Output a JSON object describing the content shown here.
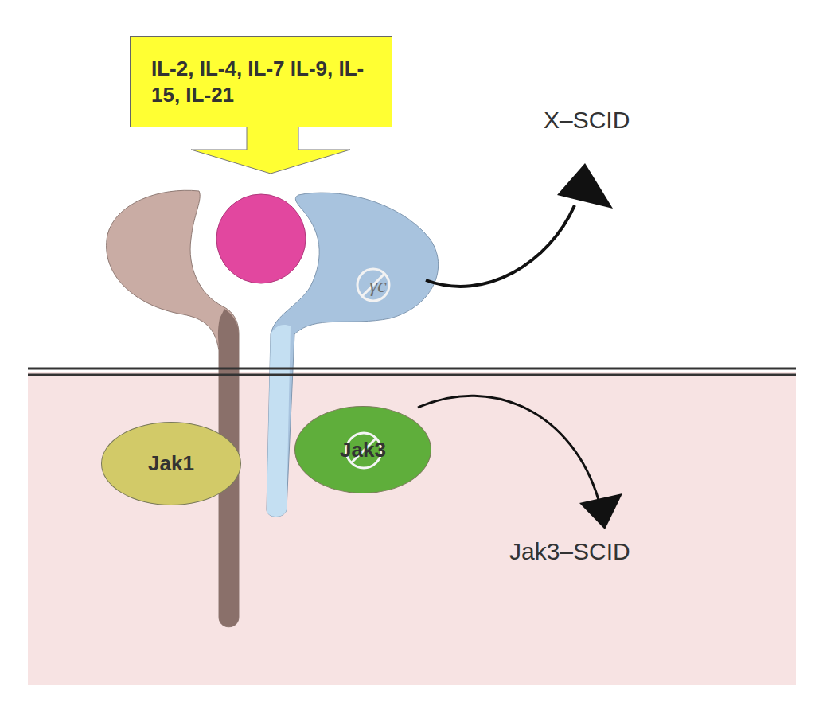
{
  "diagram": {
    "nodes": [
      {
        "text": [
          "IL-2, IL-4, IL-7 IL-9, IL-15, IL-21"
        ]
      },
      {
        "text": [
          "γc"
        ]
      },
      {
        "text": [
          "Jak1"
        ]
      },
      {
        "text": [
          "Jak3"
        ]
      }
    ],
    "labels": [
      "X–SCID",
      "Jak3–SCID"
    ]
  }
}
